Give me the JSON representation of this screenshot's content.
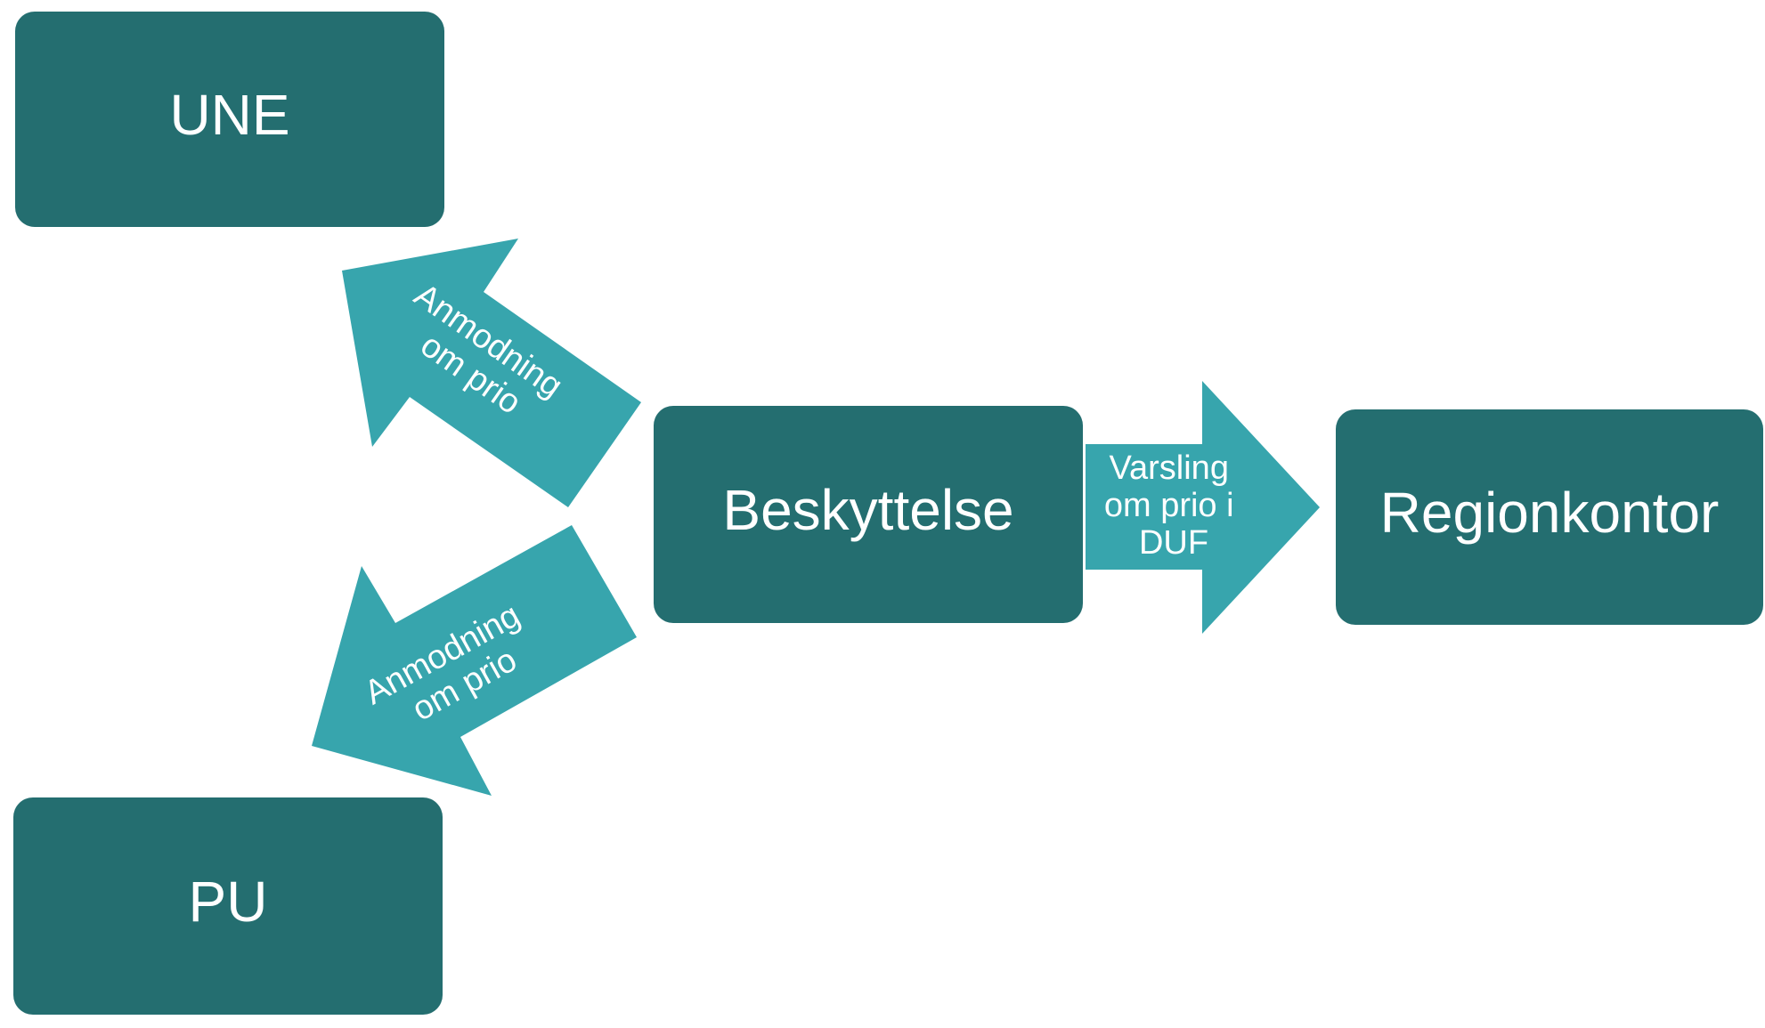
{
  "colors": {
    "node_fill": "#246E70",
    "arrow_fill": "#37A5AD",
    "text": "#FFFFFF"
  },
  "nodes": {
    "une": {
      "label": "UNE"
    },
    "pu": {
      "label": "PU"
    },
    "beskyttelse": {
      "label": "Beskyttelse"
    },
    "regionkontor": {
      "label": "Regionkontor"
    }
  },
  "arrows": {
    "to_une": {
      "line1": "Anmodning",
      "line2": "om prio"
    },
    "to_pu": {
      "line1": "Anmodning",
      "line2": "om prio"
    },
    "to_region": {
      "line1": "Varsling",
      "line2": "om prio i",
      "line3": "DUF"
    }
  }
}
